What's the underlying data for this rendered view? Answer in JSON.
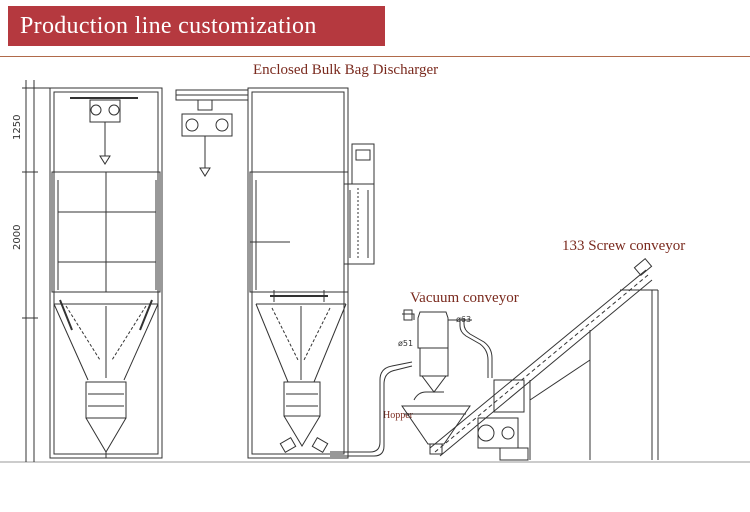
{
  "banner": {
    "title": "Production line customization"
  },
  "labels": {
    "discharger": "Enclosed Bulk Bag Discharger",
    "screw_conveyor": "133 Screw conveyor",
    "vacuum_conveyor": "Vacuum conveyor",
    "hopper": "Hopper"
  },
  "dimensions": {
    "top_height": "1250",
    "frame_height": "2000",
    "diameter_a": "ø63",
    "diameter_b": "ø51"
  },
  "colors": {
    "banner_bg": "#b5393f",
    "label_text": "#7a2a1e",
    "drawing_line": "#333333"
  }
}
